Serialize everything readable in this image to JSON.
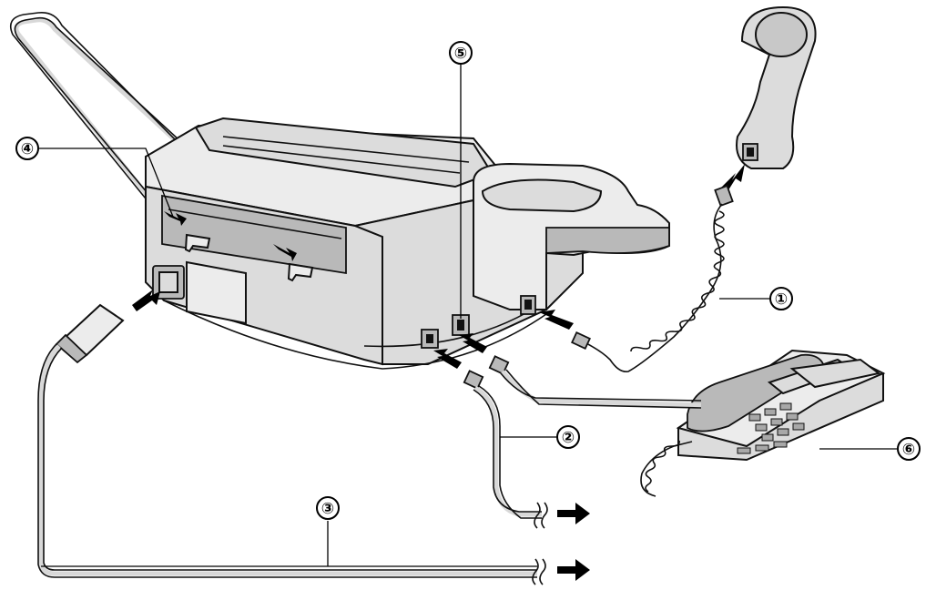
{
  "callouts": [
    {
      "id": "handset-cord",
      "label": "①"
    },
    {
      "id": "telephone-line-cord",
      "label": "②"
    },
    {
      "id": "power-cord",
      "label": "③"
    },
    {
      "id": "paper-tray",
      "label": "④"
    },
    {
      "id": "ext-jack",
      "label": "⑤"
    },
    {
      "id": "extension-telephone",
      "label": "⑥"
    }
  ],
  "colors": {
    "line": "#000000",
    "fill": "#dcdcdc",
    "background": "#ffffff"
  }
}
